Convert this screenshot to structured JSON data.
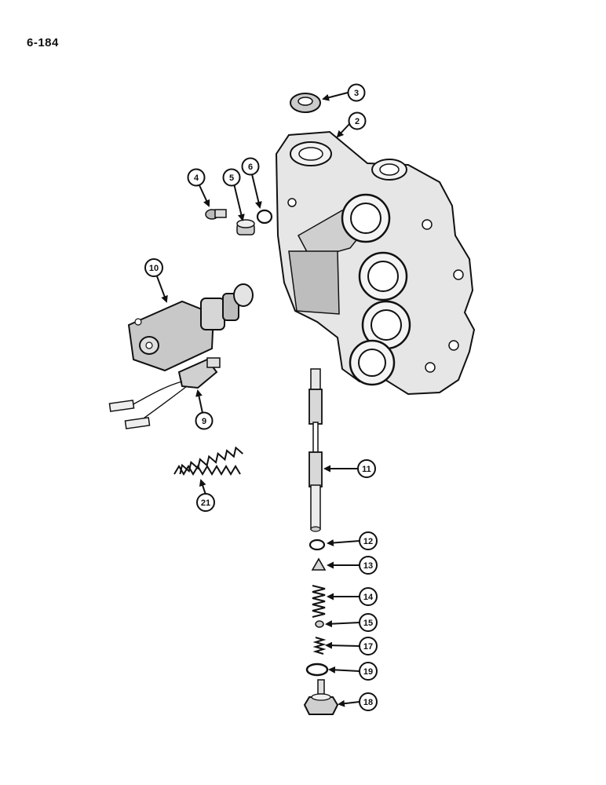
{
  "page": {
    "label": "6-184"
  },
  "callouts": [
    {
      "id": "c3",
      "text": "3"
    },
    {
      "id": "c2",
      "text": "2"
    },
    {
      "id": "c4",
      "text": "4"
    },
    {
      "id": "c5",
      "text": "5"
    },
    {
      "id": "c6",
      "text": "6"
    },
    {
      "id": "c10",
      "text": "10"
    },
    {
      "id": "c9",
      "text": "9"
    },
    {
      "id": "c21",
      "text": "21"
    },
    {
      "id": "c11",
      "text": "11"
    },
    {
      "id": "c12",
      "text": "12"
    },
    {
      "id": "c13",
      "text": "13"
    },
    {
      "id": "c14",
      "text": "14"
    },
    {
      "id": "c15",
      "text": "15"
    },
    {
      "id": "c17",
      "text": "17"
    },
    {
      "id": "c19",
      "text": "19"
    },
    {
      "id": "c18",
      "text": "18"
    }
  ]
}
